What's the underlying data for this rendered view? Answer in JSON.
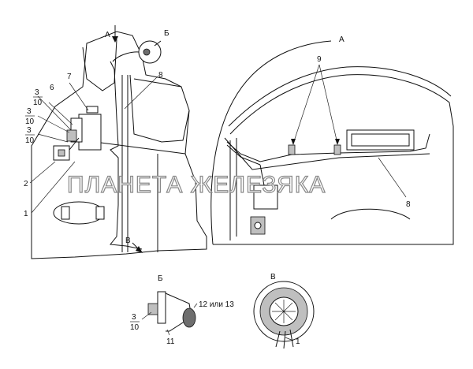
{
  "view_labels": {
    "a_arrow": "А",
    "b_top": "Б",
    "a_title": "А",
    "b_title": "Б",
    "v_title": "В",
    "v_arrow": "В"
  },
  "callouts": {
    "c1_left": "1",
    "c2": "2",
    "c6": "6",
    "c7": "7",
    "c8_left": "8",
    "c9": "9",
    "c8_right": "8",
    "c11": "11",
    "c12_13": "12 или 13",
    "c1_v": "1"
  },
  "fractions": {
    "f_left_top_num": "3",
    "f_left_top_den": "10",
    "f_left_mid_num": "3",
    "f_left_mid_den": "10",
    "f_left_low_num": "3",
    "f_left_low_den": "10",
    "f_b_num": "3",
    "f_b_den": "10"
  },
  "watermark": "ПЛАНЕТА ЖЕЛЕЗЯКА"
}
